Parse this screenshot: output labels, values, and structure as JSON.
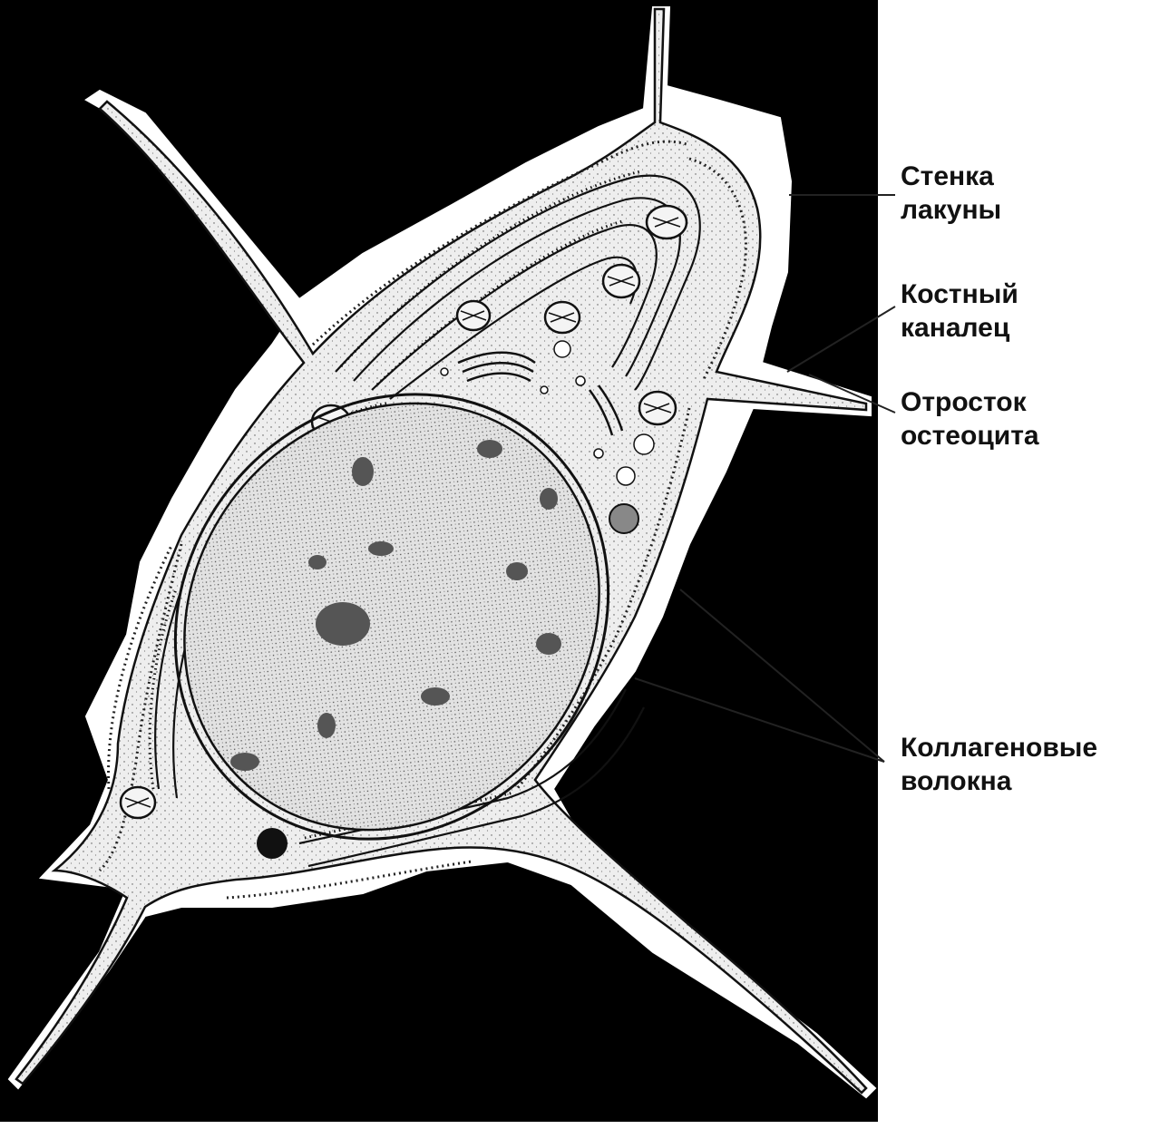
{
  "diagram": {
    "labels": [
      {
        "lines": [
          "Стенка",
          "лакуны"
        ]
      },
      {
        "lines": [
          "Костный",
          "каналец"
        ]
      },
      {
        "lines": [
          "Отросток",
          "остеоцита"
        ]
      },
      {
        "lines": [
          "Коллагеновые",
          "волокна"
        ]
      }
    ],
    "colors": {
      "background": "#000000",
      "lacuna": "#ffffff",
      "cytoplasm": "#eeeeee",
      "nucleus": "#e2e2e2",
      "heterochromatin": "#555555",
      "ink": "#111111"
    }
  }
}
